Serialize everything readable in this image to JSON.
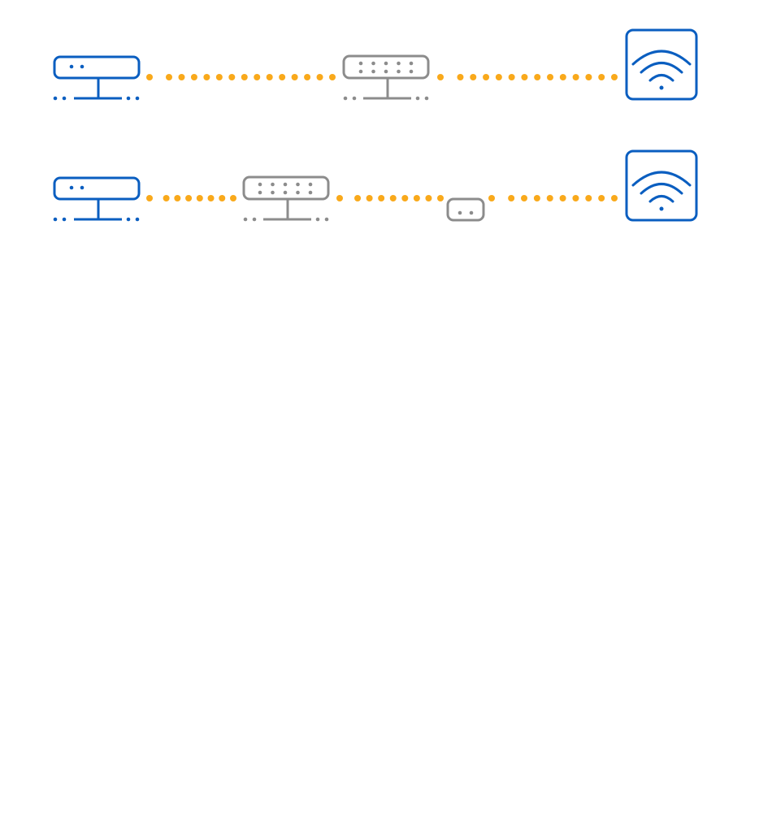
{
  "colors": {
    "primary_device": "#0A5EC0",
    "intermediate_device": "#8C8C8C",
    "link_dots": "#F9A91B",
    "background": "#FFFFFF"
  },
  "diagram": {
    "rows": [
      {
        "id": "direct-path",
        "devices": [
          {
            "name": "modem",
            "icon": "modem-icon",
            "role": "primary"
          },
          {
            "name": "network-switch",
            "icon": "switch-8-port-icon",
            "role": "intermediate"
          },
          {
            "name": "wifi-access-point",
            "icon": "wifi-icon",
            "role": "primary"
          }
        ],
        "links": [
          {
            "from": "modem",
            "to": "network-switch",
            "style": "dotted"
          },
          {
            "from": "network-switch",
            "to": "wifi-access-point",
            "style": "dotted"
          }
        ]
      },
      {
        "id": "extended-path",
        "devices": [
          {
            "name": "modem",
            "icon": "modem-icon",
            "role": "primary"
          },
          {
            "name": "network-switch",
            "icon": "switch-10-port-icon",
            "role": "intermediate"
          },
          {
            "name": "coupler",
            "icon": "coupler-icon",
            "role": "intermediate"
          },
          {
            "name": "wifi-access-point",
            "icon": "wifi-icon",
            "role": "primary"
          }
        ],
        "links": [
          {
            "from": "modem",
            "to": "network-switch",
            "style": "dotted"
          },
          {
            "from": "network-switch",
            "to": "coupler",
            "style": "dotted"
          },
          {
            "from": "coupler",
            "to": "wifi-access-point",
            "style": "dotted"
          }
        ]
      }
    ]
  }
}
